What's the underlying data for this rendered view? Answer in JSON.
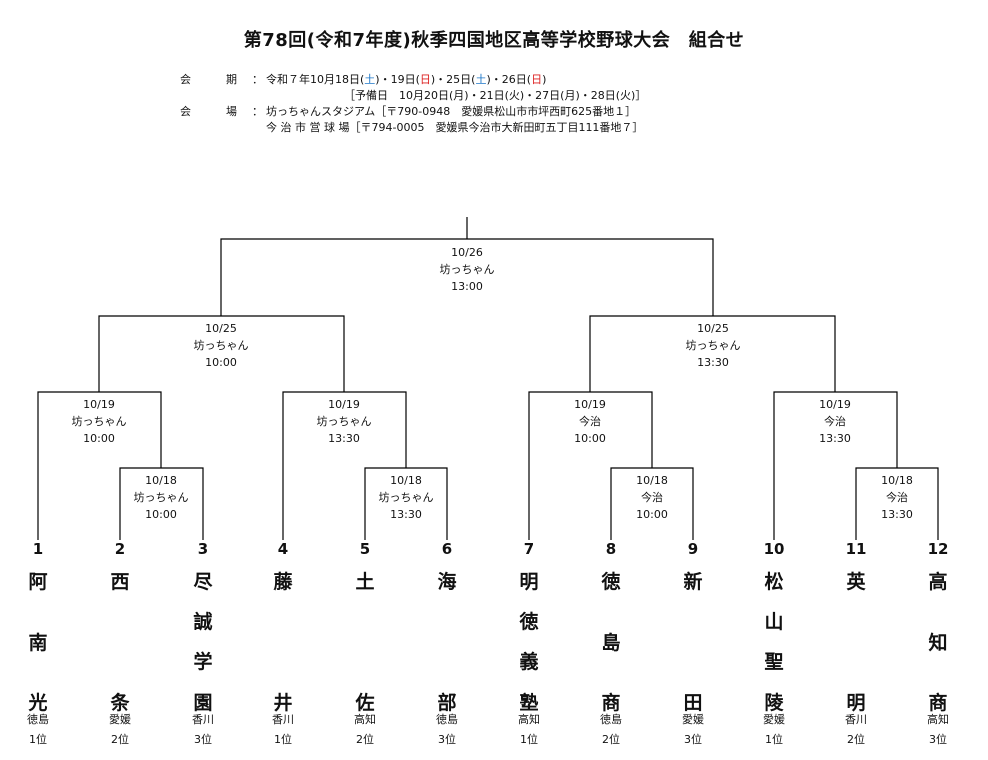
{
  "title": "第78回(令和7年度)秋季四国地区高等学校野球大会　組合せ",
  "info": {
    "period_label": "会　期",
    "colon": "：",
    "period_prefix": "令和７年10月18日(",
    "d1": "土",
    "p2": ")・19日(",
    "d2": "日",
    "p3": ")・25日(",
    "d3": "土",
    "p4": ")・26日(",
    "d4": "日",
    "p5": ")",
    "reserve": "［予備日　10月20日(月)・21日(火)・27日(月)・28日(火)］",
    "venue_label": "会　場",
    "venue1": "坊っちゃんスタジアム［〒790-0948　愛媛県松山市市坪西町625番地１］",
    "venue2": "今 治 市 営 球 場［〒794-0005　愛媛県今治市大新田町五丁目111番地７］"
  },
  "matches": [
    {
      "date": "10/26",
      "venue": "坊っちゃん",
      "time": "13:00"
    },
    {
      "date": "10/25",
      "venue": "坊っちゃん",
      "time": "10:00"
    },
    {
      "date": "10/25",
      "venue": "坊っちゃん",
      "time": "13:30"
    },
    {
      "date": "10/19",
      "venue": "坊っちゃん",
      "time": "10:00"
    },
    {
      "date": "10/19",
      "venue": "坊っちゃん",
      "time": "13:30"
    },
    {
      "date": "10/19",
      "venue": "今治",
      "time": "10:00"
    },
    {
      "date": "10/19",
      "venue": "今治",
      "time": "13:30"
    },
    {
      "date": "10/18",
      "venue": "坊っちゃん",
      "time": "10:00"
    },
    {
      "date": "10/18",
      "venue": "坊っちゃん",
      "time": "13:30"
    },
    {
      "date": "10/18",
      "venue": "今治",
      "time": "10:00"
    },
    {
      "date": "10/18",
      "venue": "今治",
      "time": "13:30"
    }
  ],
  "teams": [
    {
      "num": "1",
      "name": [
        "阿",
        "南",
        "光"
      ],
      "pref": "徳島",
      "rank": "1位"
    },
    {
      "num": "2",
      "name": [
        "西",
        "条"
      ],
      "pref": "愛媛",
      "rank": "2位"
    },
    {
      "num": "3",
      "name": [
        "尽",
        "誠",
        "学",
        "園"
      ],
      "pref": "香川",
      "rank": "3位"
    },
    {
      "num": "4",
      "name": [
        "藤",
        "井"
      ],
      "pref": "香川",
      "rank": "1位"
    },
    {
      "num": "5",
      "name": [
        "土",
        "佐"
      ],
      "pref": "高知",
      "rank": "2位"
    },
    {
      "num": "6",
      "name": [
        "海",
        "部"
      ],
      "pref": "徳島",
      "rank": "3位"
    },
    {
      "num": "7",
      "name": [
        "明",
        "徳",
        "義",
        "塾"
      ],
      "pref": "高知",
      "rank": "1位"
    },
    {
      "num": "8",
      "name": [
        "徳",
        "島",
        "商"
      ],
      "pref": "徳島",
      "rank": "2位"
    },
    {
      "num": "9",
      "name": [
        "新",
        "田"
      ],
      "pref": "愛媛",
      "rank": "3位"
    },
    {
      "num": "10",
      "name": [
        "松",
        "山",
        "聖",
        "陵"
      ],
      "pref": "愛媛",
      "rank": "1位"
    },
    {
      "num": "11",
      "name": [
        "英",
        "明"
      ],
      "pref": "香川",
      "rank": "2位"
    },
    {
      "num": "12",
      "name": [
        "高",
        "知",
        "商"
      ],
      "pref": "高知",
      "rank": "3位"
    }
  ]
}
